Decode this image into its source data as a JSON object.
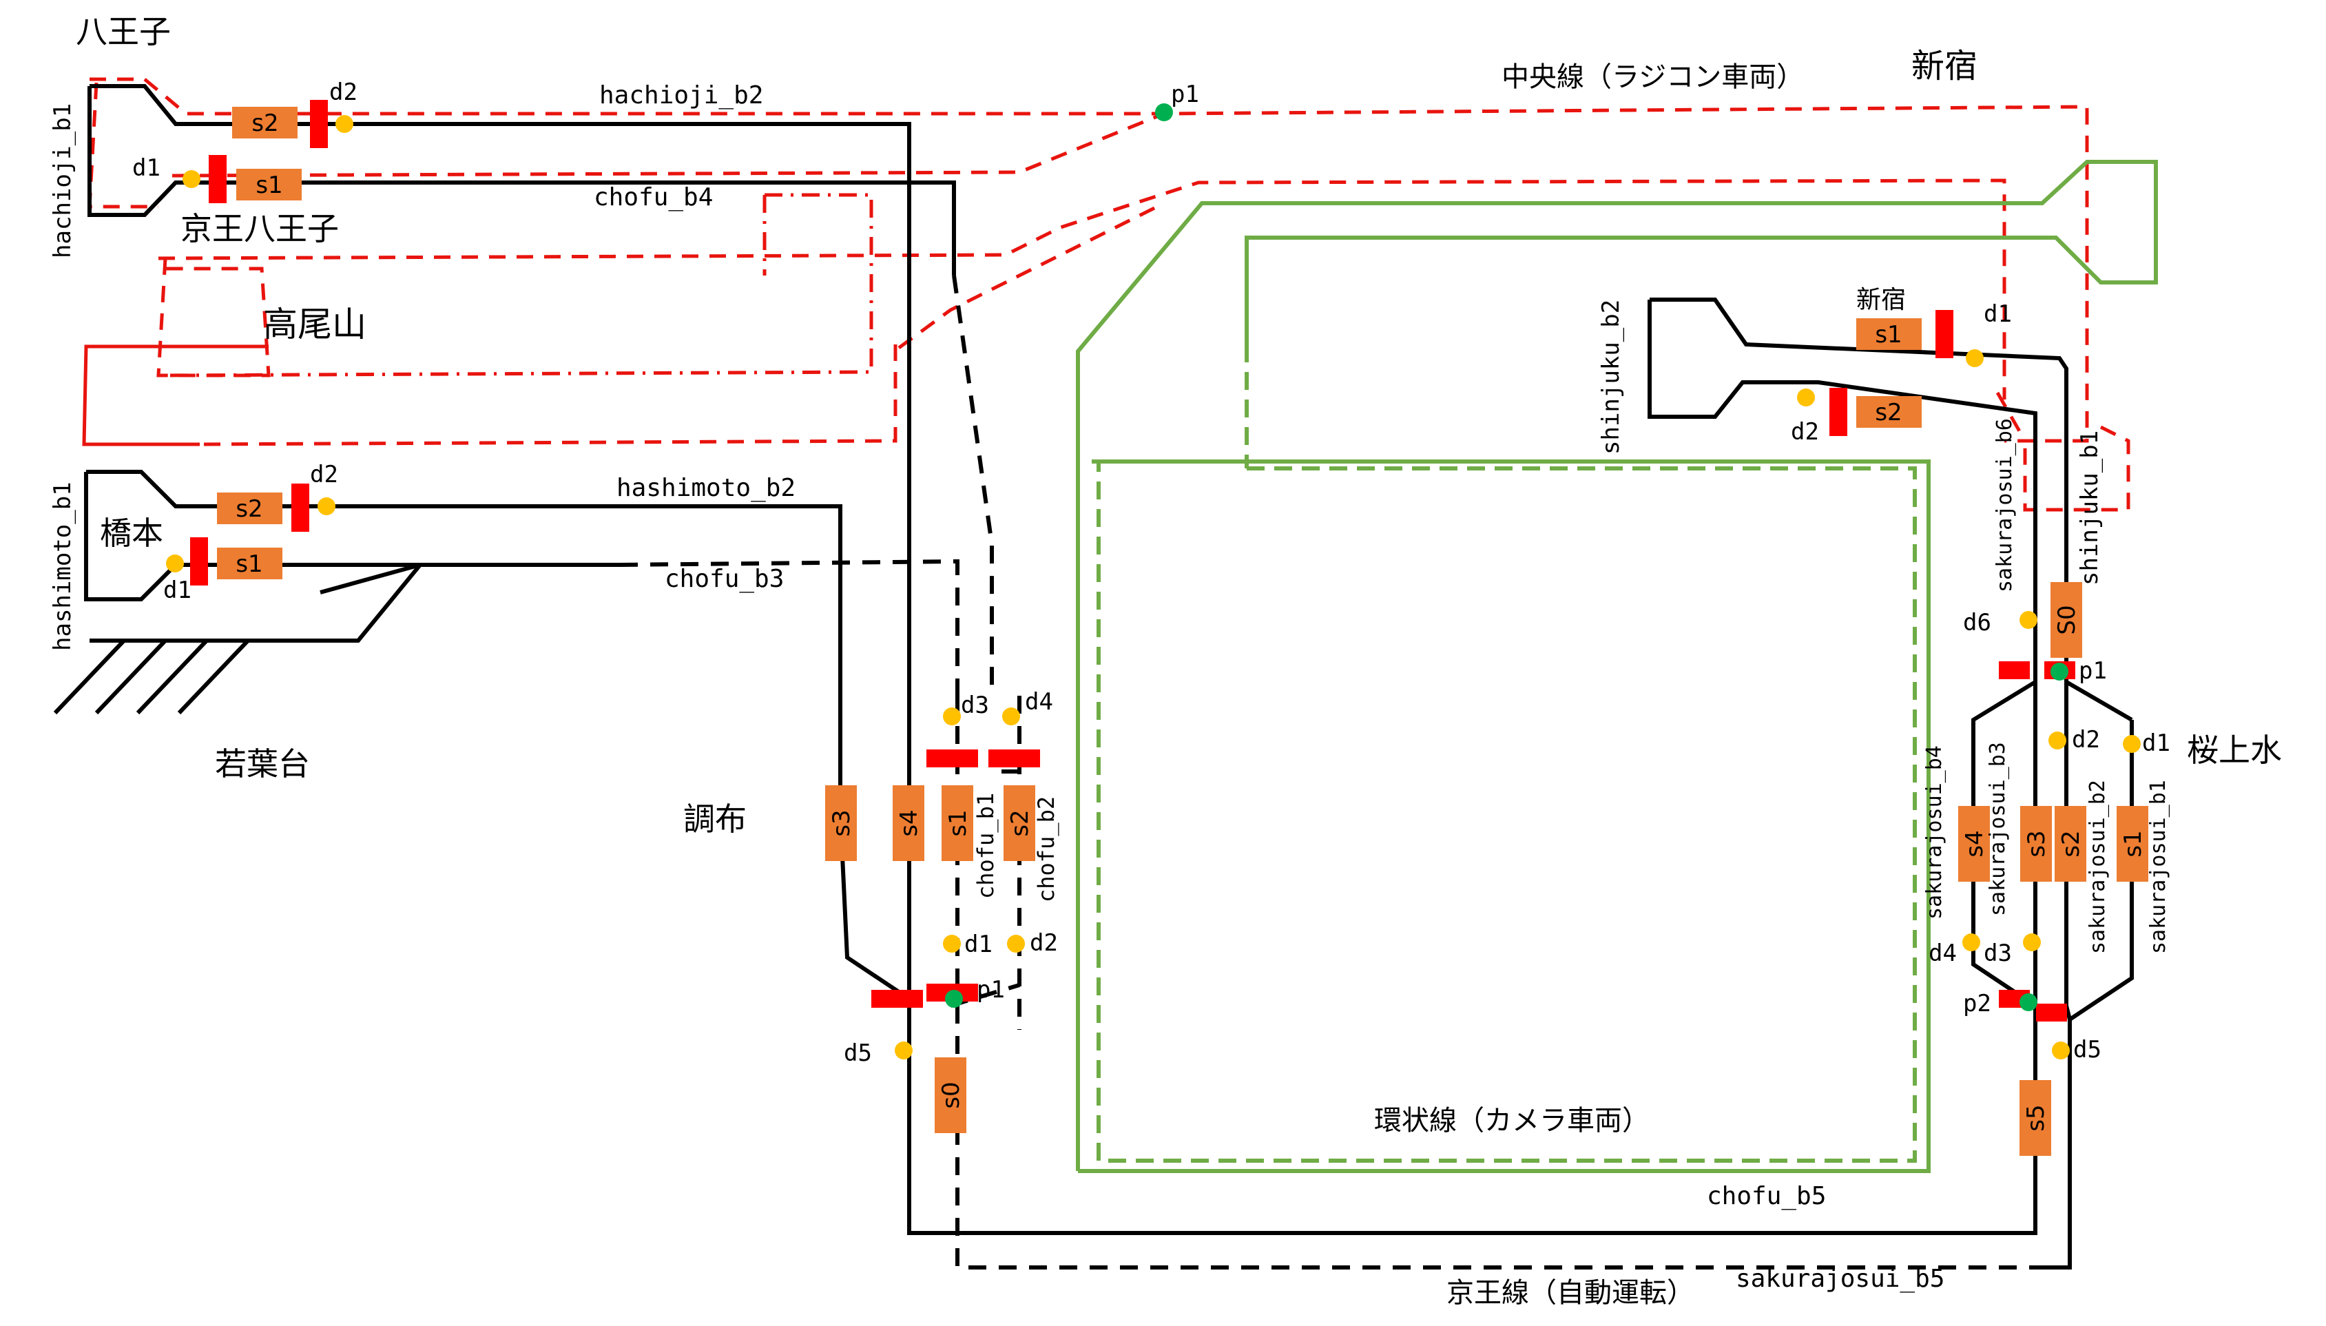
{
  "stations": {
    "hachioji": "八王子",
    "keio_hachioji": "京王八王子",
    "takaosan": "高尾山",
    "hashimoto": "橋本",
    "wakabadai": "若葉台",
    "chofu": "調布",
    "shinjuku_top": "新宿",
    "shinjuku_small": "新宿",
    "sakurajosui": "桜上水"
  },
  "lines": {
    "chuo": "中央線（ラジコン車両）",
    "loop": "環状線（カメラ車両）",
    "keio": "京王線（自動運転）"
  },
  "blocks": {
    "hachioji_b1": "hachioji_b1",
    "hachioji_b2": "hachioji_b2",
    "chofu_b4": "chofu_b4",
    "hashimoto_b1": "hashimoto_b1",
    "hashimoto_b2": "hashimoto_b2",
    "chofu_b3": "chofu_b3",
    "chofu_b1": "chofu_b1",
    "chofu_b2": "chofu_b2",
    "chofu_b5": "chofu_b5",
    "shinjuku_b2": "shinjuku_b2",
    "shinjuku_b1": "shinjuku_b1",
    "sakurajosui_b6": "sakurajosui_b6",
    "sakurajosui_b1": "sakurajosui_b1",
    "sakurajosui_b2": "sakurajosui_b2",
    "sakurajosui_b3": "sakurajosui_b3",
    "sakurajosui_b4": "sakurajosui_b4",
    "sakurajosui_b5": "sakurajosui_b5"
  },
  "sensors": {
    "s0": "s0",
    "s1": "s1",
    "s2": "s2",
    "s3": "s3",
    "s4": "s4",
    "s5": "s5",
    "S0": "S0"
  },
  "markers": {
    "d1": "d1",
    "d2": "d2",
    "d3": "d3",
    "d4": "d4",
    "d5": "d5",
    "d6": "d6",
    "p1": "p1",
    "p2": "p2"
  },
  "colors": {
    "track": "#000000",
    "chuo_line": "#e8140e",
    "loop_line": "#6fac46",
    "sensor": "#ed7d31",
    "signal": "#ff0000",
    "detector": "#ffc000",
    "point": "#00b050"
  }
}
